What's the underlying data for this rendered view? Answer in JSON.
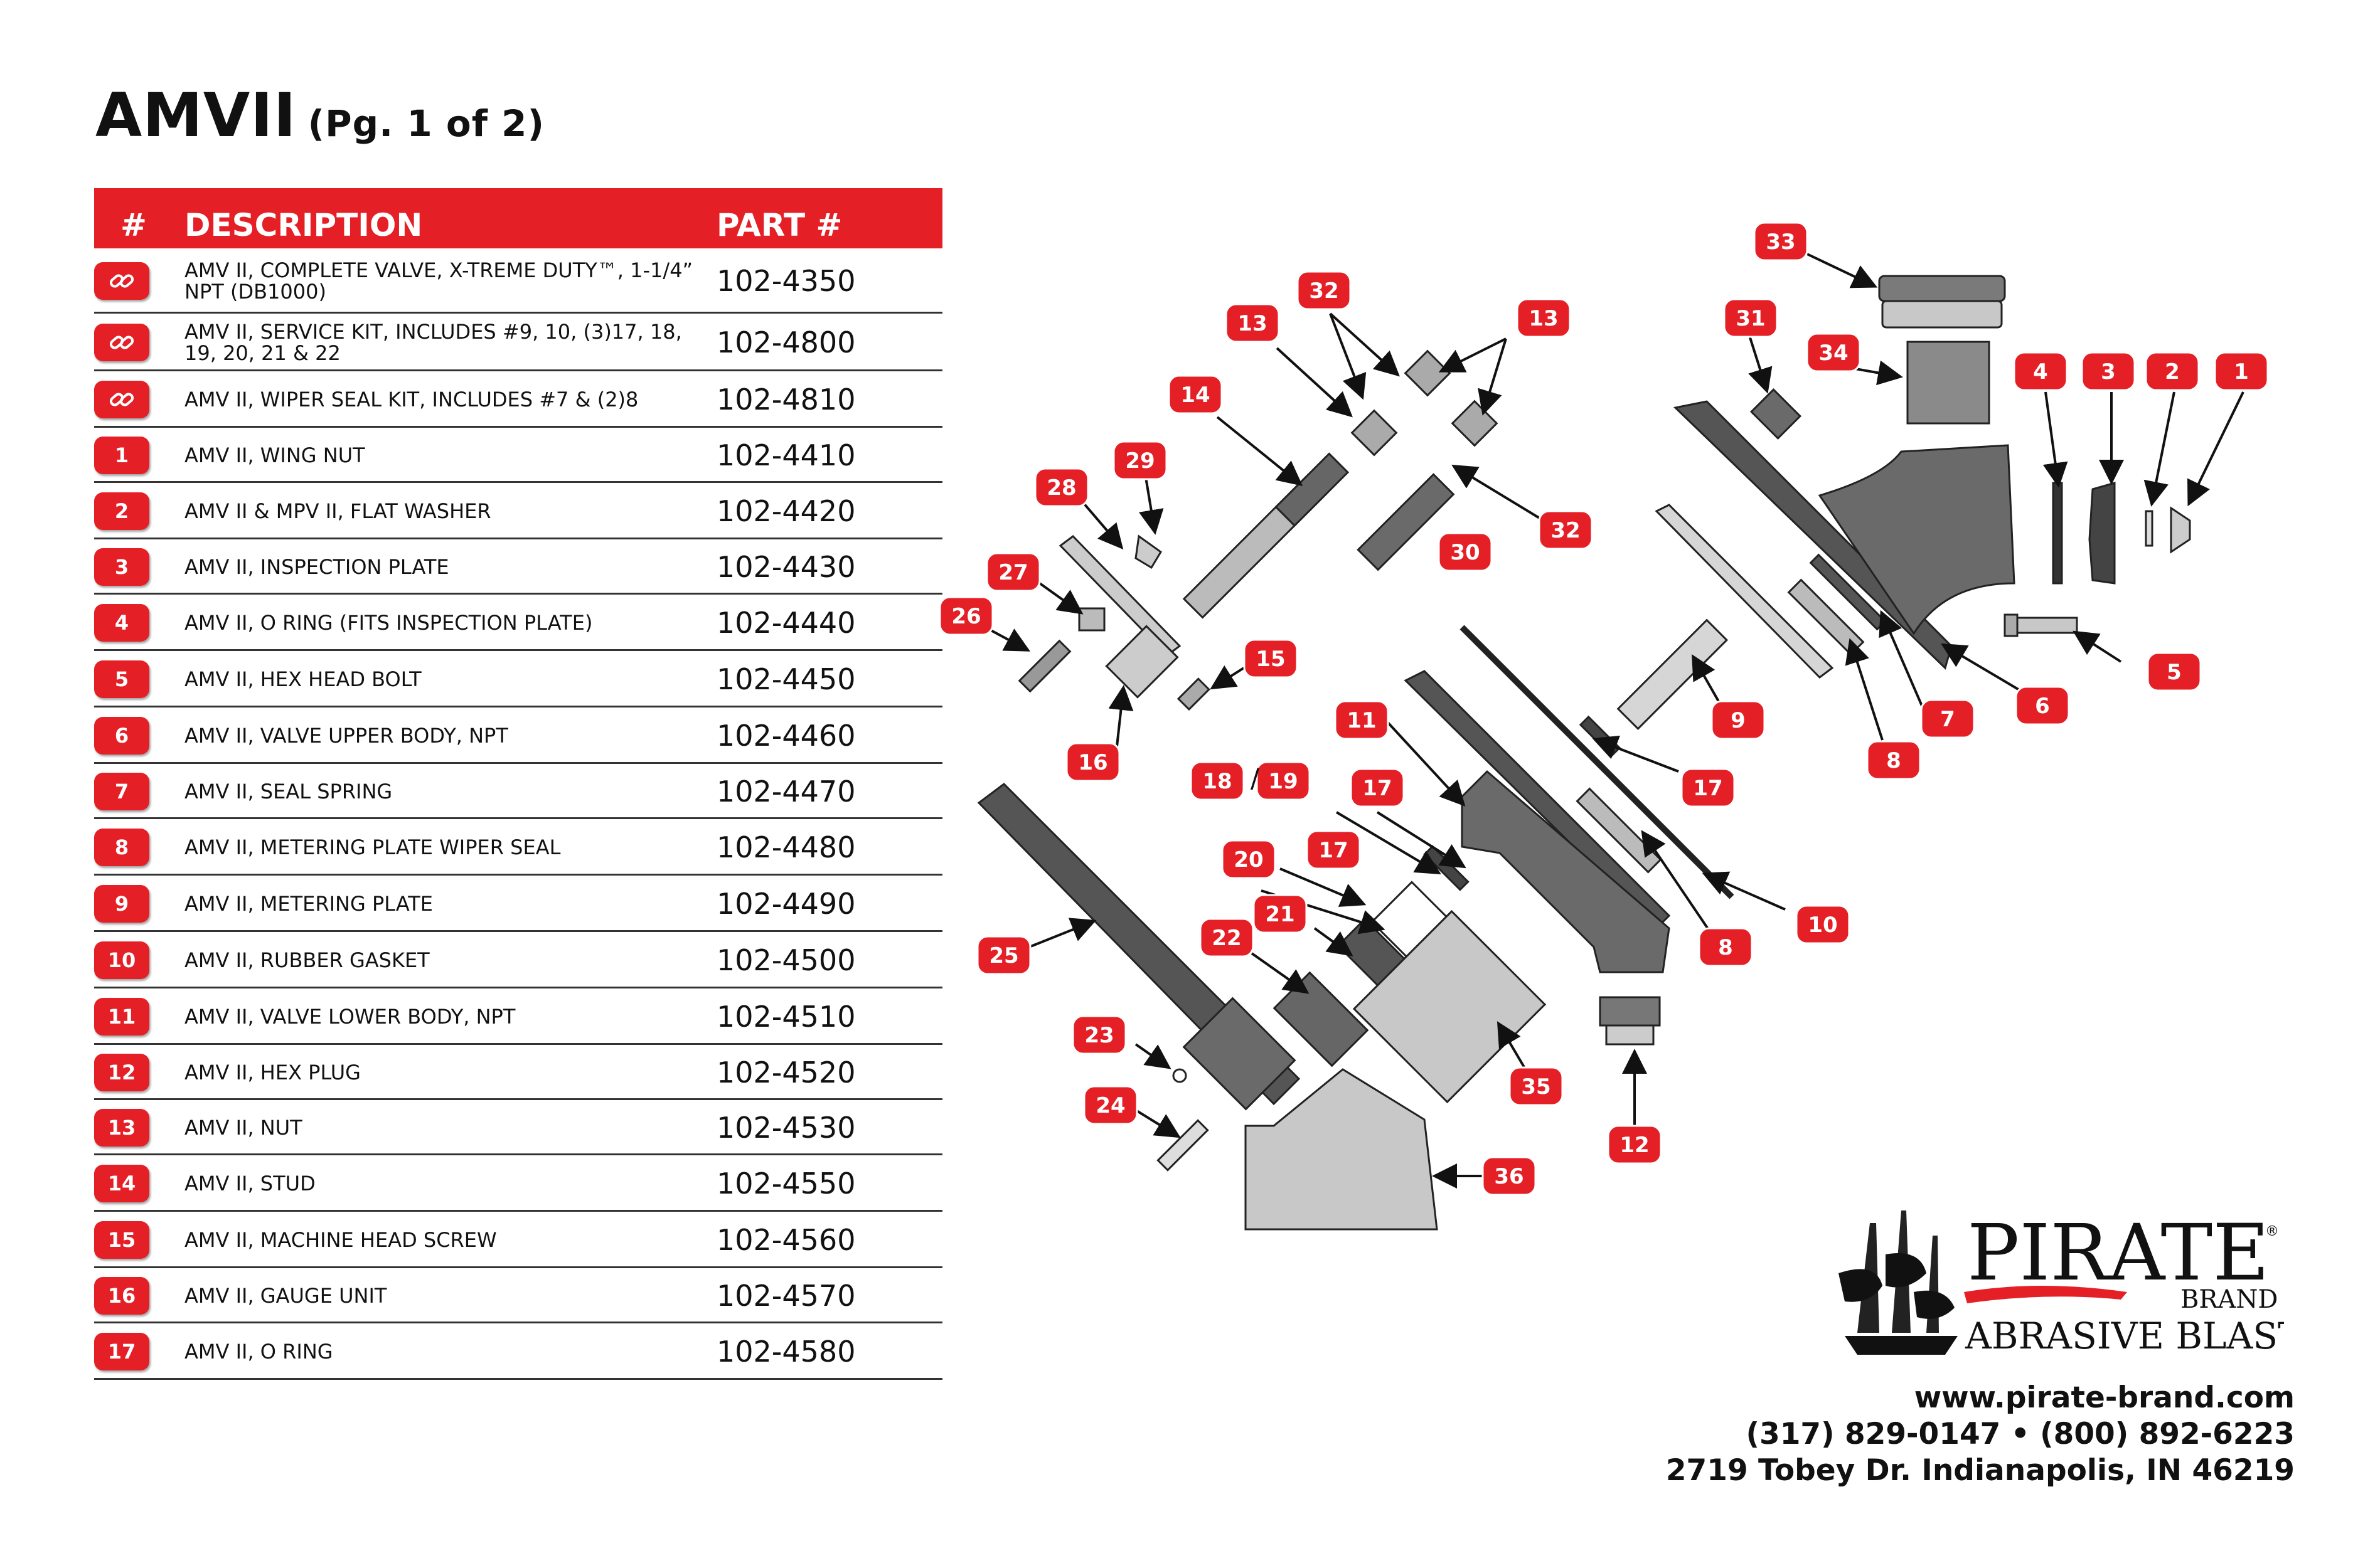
{
  "header": {
    "title": "AMVII",
    "subtitle": "(Pg. 1 of 2)"
  },
  "table": {
    "columns": [
      "#",
      "DESCRIPTION",
      "PART #"
    ],
    "rows": [
      {
        "num": "",
        "icon": "link-icon",
        "description": "AMV II, COMPLETE VALVE, X-TREME DUTY™, 1-1/4” NPT (DB1000)",
        "part": "102-4350"
      },
      {
        "num": "",
        "icon": "link-icon",
        "description": "AMV II, SERVICE KIT, INCLUDES #9, 10, (3)17, 18, 19, 20, 21 & 22",
        "part": "102-4800"
      },
      {
        "num": "",
        "icon": "link-icon",
        "description": "AMV II, WIPER SEAL KIT, INCLUDES #7 & (2)8",
        "part": "102-4810"
      },
      {
        "num": "1",
        "description": "AMV II, WING NUT",
        "part": "102-4410"
      },
      {
        "num": "2",
        "description": "AMV II & MPV II, FLAT WASHER",
        "part": "102-4420"
      },
      {
        "num": "3",
        "description": "AMV II, INSPECTION PLATE",
        "part": "102-4430"
      },
      {
        "num": "4",
        "description": "AMV II, O RING (FITS INSPECTION PLATE)",
        "part": "102-4440"
      },
      {
        "num": "5",
        "description": "AMV II, HEX HEAD BOLT",
        "part": "102-4450"
      },
      {
        "num": "6",
        "description": "AMV II, VALVE UPPER BODY, NPT",
        "part": "102-4460"
      },
      {
        "num": "7",
        "description": "AMV II, SEAL SPRING",
        "part": "102-4470"
      },
      {
        "num": "8",
        "description": "AMV II, METERING PLATE WIPER SEAL",
        "part": "102-4480"
      },
      {
        "num": "9",
        "description": "AMV II, METERING PLATE",
        "part": "102-4490"
      },
      {
        "num": "10",
        "description": "AMV II, RUBBER GASKET",
        "part": "102-4500"
      },
      {
        "num": "11",
        "description": "AMV II, VALVE LOWER BODY, NPT",
        "part": "102-4510"
      },
      {
        "num": "12",
        "description": "AMV II, HEX PLUG",
        "part": "102-4520"
      },
      {
        "num": "13",
        "description": "AMV II, NUT",
        "part": "102-4530"
      },
      {
        "num": "14",
        "description": "AMV II, STUD",
        "part": "102-4550"
      },
      {
        "num": "15",
        "description": "AMV II, MACHINE HEAD SCREW",
        "part": "102-4560"
      },
      {
        "num": "16",
        "description": "AMV II, GAUGE UNIT",
        "part": "102-4570"
      },
      {
        "num": "17",
        "description": "AMV II, O RING",
        "part": "102-4580"
      }
    ]
  },
  "diagram": {
    "callouts": [
      "33",
      "32",
      "13",
      "13",
      "31",
      "34",
      "4",
      "3",
      "2",
      "1",
      "14",
      "29",
      "28",
      "30",
      "32",
      "27",
      "26",
      "15",
      "16",
      "11",
      "9",
      "6",
      "7",
      "5",
      "8",
      "18",
      "19",
      "17",
      "17",
      "20",
      "17",
      "21",
      "22",
      "10",
      "8",
      "25",
      "23",
      "24",
      "35",
      "12",
      "36"
    ],
    "slash": "/"
  },
  "logo": {
    "word": "PIRATE",
    "trademark": "®",
    "brand": "BRAND",
    "tagline": "ABRASIVE BLASTING"
  },
  "contact": {
    "website": "www.pirate-brand.com",
    "phone": "(317) 829-0147 • (800) 892-6223",
    "address": "2719 Tobey Dr. Indianapolis, IN 46219"
  },
  "colors": {
    "accent": "#e41f26",
    "part_gray": "#6a6a6a",
    "light_gray": "#c8c8c8"
  }
}
